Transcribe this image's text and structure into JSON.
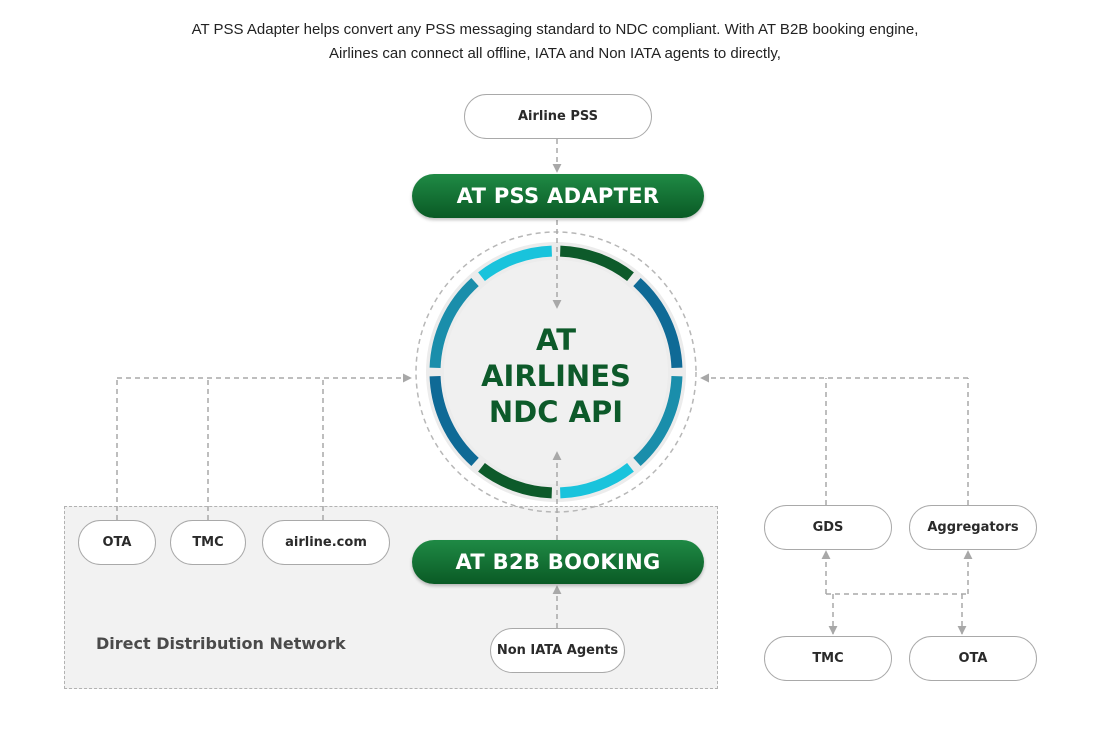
{
  "intro": {
    "line1": "AT PSS Adapter helps convert any PSS messaging standard to NDC compliant. With AT B2B booking engine,",
    "line2": "Airlines can connect all offline, IATA and Non IATA agents to directly,"
  },
  "nodes": {
    "airline_pss": "Airline PSS",
    "pss_adapter": "AT PSS ADAPTER",
    "b2b_booking": "AT B2B BOOKING",
    "non_iata_agents": "Non IATA Agents",
    "direct_ota": "OTA",
    "direct_tmc": "TMC",
    "direct_airline_com": "airline.com",
    "gds": "GDS",
    "aggregators": "Aggregators",
    "indirect_tmc": "TMC",
    "indirect_ota": "OTA"
  },
  "hub": {
    "line1": "AT",
    "line2": "AIRLINES",
    "line3": "NDC API"
  },
  "network": {
    "label": "Direct Distribution Network"
  },
  "colors": {
    "dark_green": "#0d5a2a",
    "banner_green": "#17763a",
    "cyan": "#19c3dc",
    "teal": "#1a8eab",
    "blue": "#0f6a96",
    "connector_gray": "#a8a8a8",
    "network_fill": "#f2f2f2"
  }
}
